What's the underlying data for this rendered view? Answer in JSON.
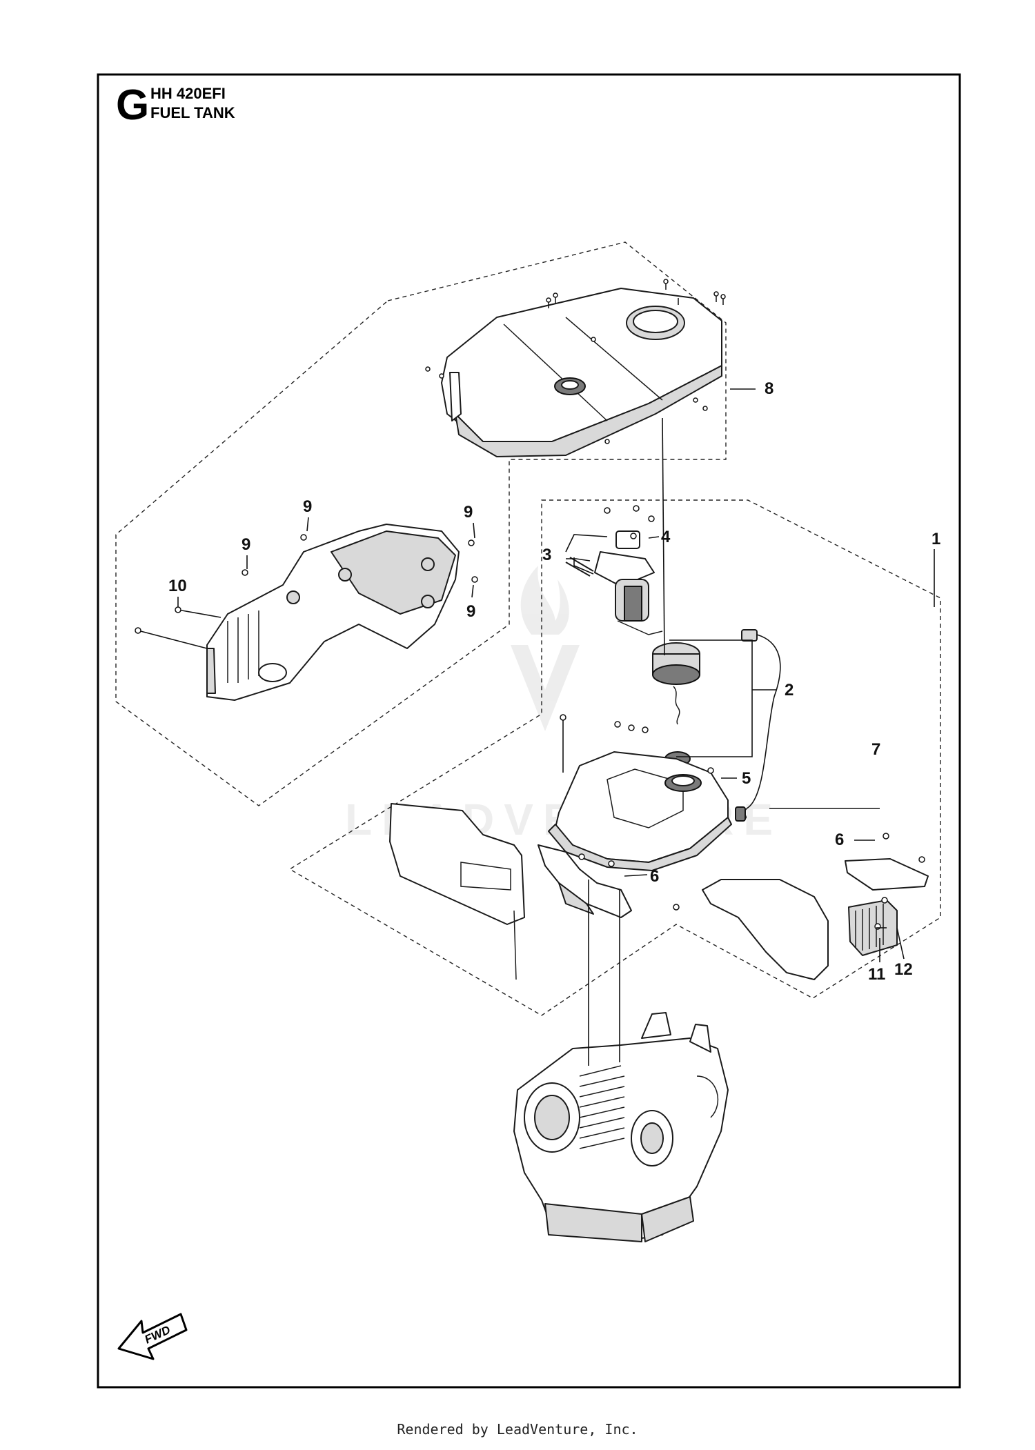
{
  "header": {
    "section_letter": "G",
    "model": "HH 420EFI",
    "title": "FUEL TANK"
  },
  "callouts": [
    "1",
    "2",
    "3",
    "4",
    "5",
    "6",
    "6",
    "7",
    "8",
    "9",
    "9",
    "9",
    "9",
    "10",
    "11",
    "12"
  ],
  "direction_label": "FWD",
  "watermark": "LEADVENTURE",
  "footer": "Rendered by LeadVenture, Inc."
}
